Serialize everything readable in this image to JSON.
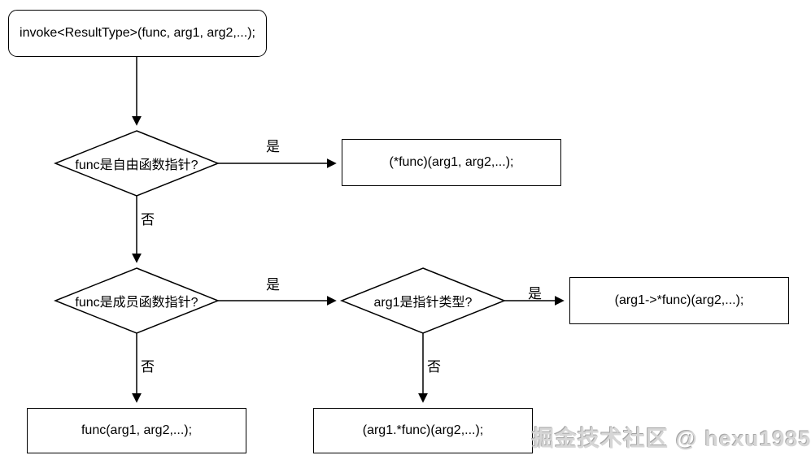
{
  "flowchart": {
    "start": "invoke<ResultType>(func, arg1, arg2,...);",
    "decision_free_function": "func是自由函数指针?",
    "decision_member_function": "func是成员函数指针?",
    "decision_pointer_type": "arg1是指针类型?",
    "result_deref_call": "(*func)(arg1, arg2,...);",
    "result_arrow_call": "(arg1->*func)(arg2,...);",
    "result_plain_call": "func(arg1, arg2,...);",
    "result_dot_call": "(arg1.*func)(arg2,...);",
    "label_yes": "是",
    "label_no": "否",
    "watermark": "掘金技术社区 @ hexu1985",
    "colors": {
      "stroke": "#000000",
      "text": "#000000",
      "background": "#ffffff",
      "watermark": "#d6d6d6"
    }
  }
}
